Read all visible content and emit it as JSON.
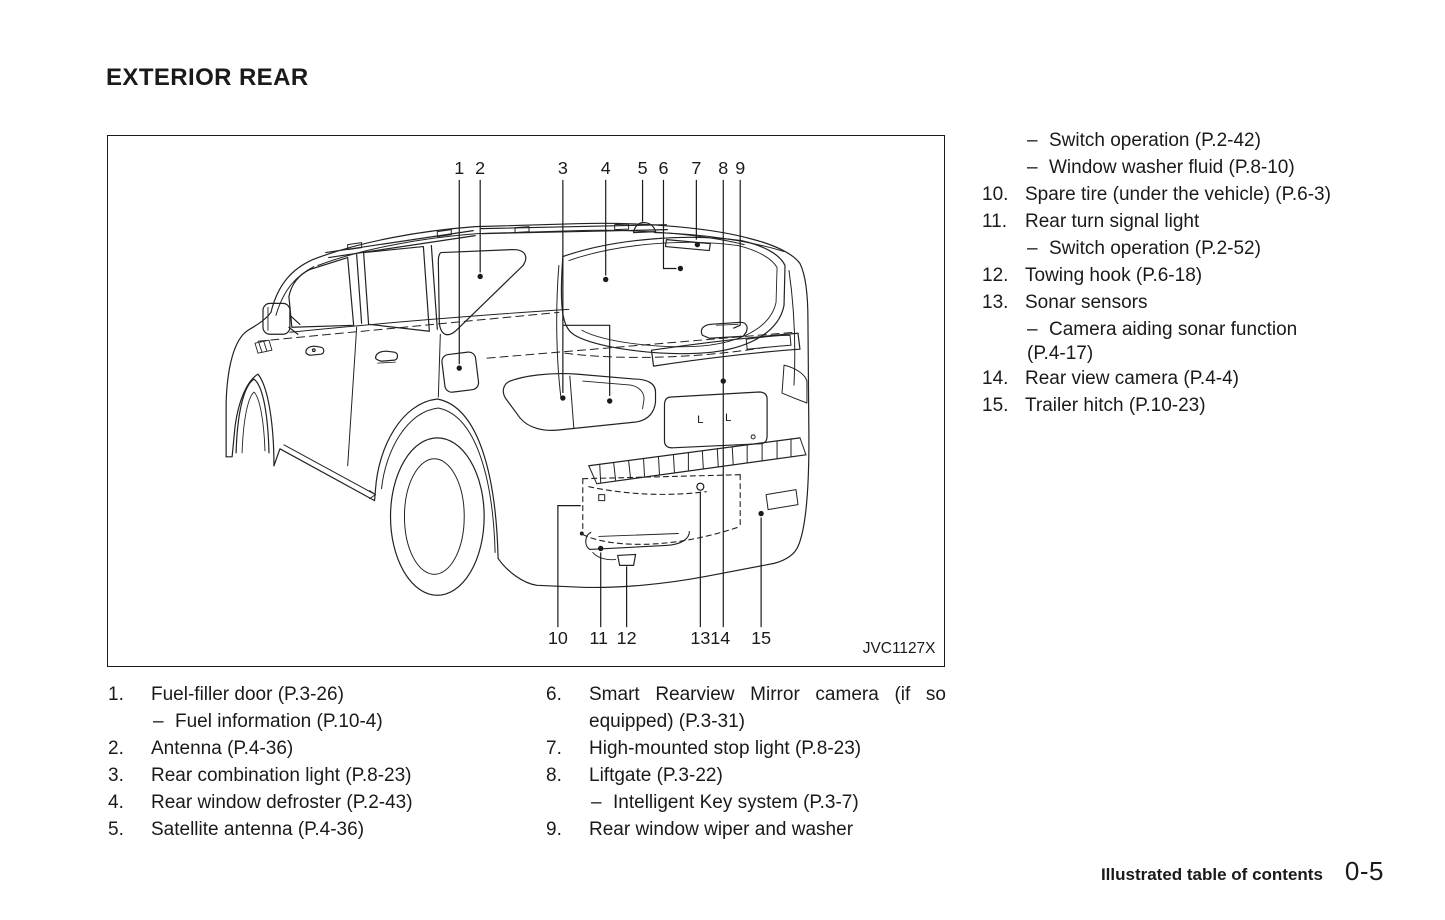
{
  "page": {
    "title": "EXTERIOR REAR",
    "footer": {
      "section_label": "Illustrated table of contents",
      "page_number": "0-5"
    }
  },
  "figure": {
    "image_code": "JVC1127X",
    "line_color": "#1a1a1a",
    "callouts_top": [
      "1",
      "2",
      "3",
      "4",
      "5",
      "6",
      "7",
      "8",
      "9"
    ],
    "callouts_bottom": [
      "10",
      "11",
      "12",
      "13",
      "14",
      "15"
    ],
    "license_plate_marks": {
      "left": "L",
      "right": "L"
    }
  },
  "legend": {
    "left": [
      {
        "num": "1.",
        "text": "Fuel-filler door (P.3-26)",
        "sub_dash": "–",
        "sub_text": "Fuel information (P.10-4)"
      },
      {
        "num": "2.",
        "text": "Antenna (P.4-36)"
      },
      {
        "num": "3.",
        "text": "Rear combination light (P.8-23)"
      },
      {
        "num": "4.",
        "text": "Rear window defroster (P.2-43)"
      },
      {
        "num": "5.",
        "text": "Satellite antenna (P.4-36)"
      }
    ],
    "middle": [
      {
        "num": "6.",
        "text": "Smart Rearview Mirror camera (if so equipped) (P.3-31)"
      },
      {
        "num": "7.",
        "text": "High-mounted stop light (P.8-23)"
      },
      {
        "num": "8.",
        "text": "Liftgate (P.3-22)",
        "sub_dash": "–",
        "sub_text": "Intelligent Key system (P.3-7)"
      },
      {
        "num": "9.",
        "text": "Rear window wiper and washer"
      }
    ],
    "right": [
      {
        "dash": "–",
        "text": "Switch operation (P.2-42)"
      },
      {
        "dash": "–",
        "text": "Window washer fluid (P.8-10)"
      },
      {
        "num": "10.",
        "text": "Spare tire (under the vehicle) (P.6-3)"
      },
      {
        "num": "11.",
        "text": "Rear turn signal light"
      },
      {
        "dash": "–",
        "text": "Switch operation (P.2-52)"
      },
      {
        "num": "12.",
        "text": "Towing hook (P.6-18)"
      },
      {
        "num": "13.",
        "text": "Sonar sensors"
      },
      {
        "dash": "–",
        "text": "Camera aiding sonar function",
        "text2": "(P.4-17)"
      },
      {
        "num": "14.",
        "text": "Rear view camera (P.4-4)"
      },
      {
        "num": "15.",
        "text": "Trailer hitch (P.10-23)"
      }
    ]
  }
}
